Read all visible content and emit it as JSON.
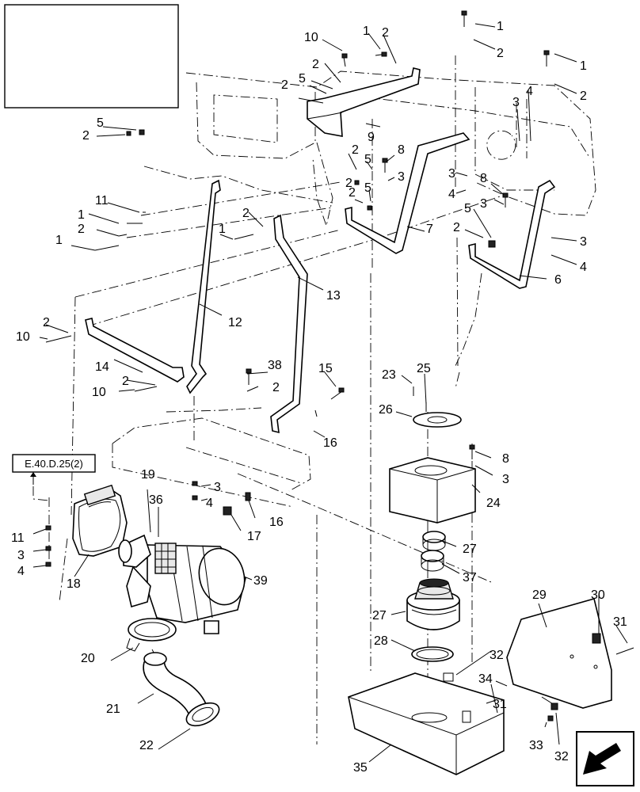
{
  "reference_label": "E.40.D.25(2)",
  "callouts": {
    "c1a": "1",
    "c2a": "2",
    "c10a": "10",
    "c1b": "1",
    "c2b": "2",
    "c2c": "2",
    "c5a": "5",
    "c2d": "2",
    "c1c": "1",
    "c2e": "2",
    "c3a": "3",
    "c4a": "4",
    "c2f": "2",
    "c9": "9",
    "c5b": "5",
    "c2g": "2",
    "c2h": "2",
    "c5c": "5",
    "c8a": "8",
    "c3b": "3",
    "c5d": "5",
    "c2i": "2",
    "c7": "7",
    "c3c": "3",
    "c4b": "4",
    "c8b": "8",
    "c3d": "3",
    "c5e": "5",
    "c2j": "2",
    "c3e": "3",
    "c4c": "4",
    "c6": "6",
    "c11a": "11",
    "c1d": "1",
    "c2k": "2",
    "c1e": "1",
    "c2l": "2",
    "c1f": "1",
    "c12": "12",
    "c13": "13",
    "c2m": "2",
    "c10b": "10",
    "c14": "14",
    "c2n": "2",
    "c10c": "10",
    "c38": "38",
    "c2o": "2",
    "c15": "15",
    "c16a": "16",
    "c23": "23",
    "c25": "25",
    "c26": "26",
    "c8c": "8",
    "c3f": "3",
    "c24": "24",
    "c19": "19",
    "c36": "36",
    "c3g": "3",
    "c4d": "4",
    "c16b": "16",
    "c17": "17",
    "c11b": "11",
    "c3h": "3",
    "c4e": "4",
    "c18": "18",
    "c39": "39",
    "c27a": "27",
    "c37": "37",
    "c27b": "27",
    "c28": "28",
    "c29": "29",
    "c30": "30",
    "c31a": "31",
    "c20": "20",
    "c21": "21",
    "c22": "22",
    "c32a": "32",
    "c34": "34",
    "c31b": "31",
    "c33": "33",
    "c32b": "32",
    "c35": "35"
  },
  "icons": {
    "corner_arrow": "direction-arrow-icon"
  }
}
